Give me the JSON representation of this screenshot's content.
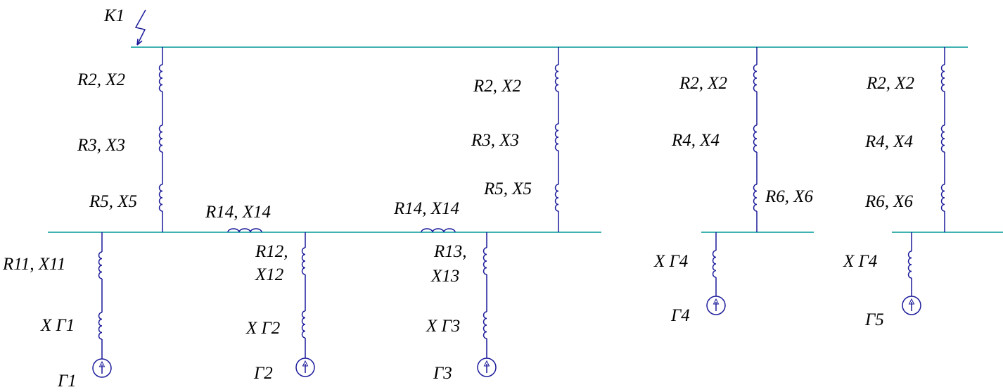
{
  "colors": {
    "bus": "#009999",
    "element": "#1a1a9a",
    "text": "#000000",
    "background": "#ffffff"
  },
  "fault": {
    "label": "K1",
    "icon": "lightning-arrow-icon"
  },
  "labels": {
    "b1_z1": "R2, X2",
    "b1_z2": "R3, X3",
    "b1_z3": "R5, X5",
    "b2_z1": "R2, X2",
    "b2_z2": "R3, X3",
    "b2_z3": "R5, X5",
    "b3_z1": "R2, X2",
    "b3_z2": "R4, X4",
    "b3_z3": "R6, X6",
    "b4_z1": "R2, X2",
    "b4_z2": "R4, X4",
    "b4_z3": "R6, X6",
    "link1": "R14, X14",
    "link2": "R14, X14",
    "g1_line": "R11, X11",
    "g1_x": "X Г1",
    "g1_name": "Г1",
    "g2_line_a": "R12,",
    "g2_line_b": "X12",
    "g2_x": "X Г2",
    "g2_name": "Г2",
    "g3_line_a": "R13,",
    "g3_line_b": "X13",
    "g3_x": "X Г3",
    "g3_name": "Г3",
    "g4_x": "X Г4",
    "g4_name": "Г4",
    "g5_x": "X Г4",
    "g5_name": "Г5"
  },
  "icons": {
    "inductor": "inductor-coil-icon",
    "generator": "generator-arrow-icon"
  }
}
